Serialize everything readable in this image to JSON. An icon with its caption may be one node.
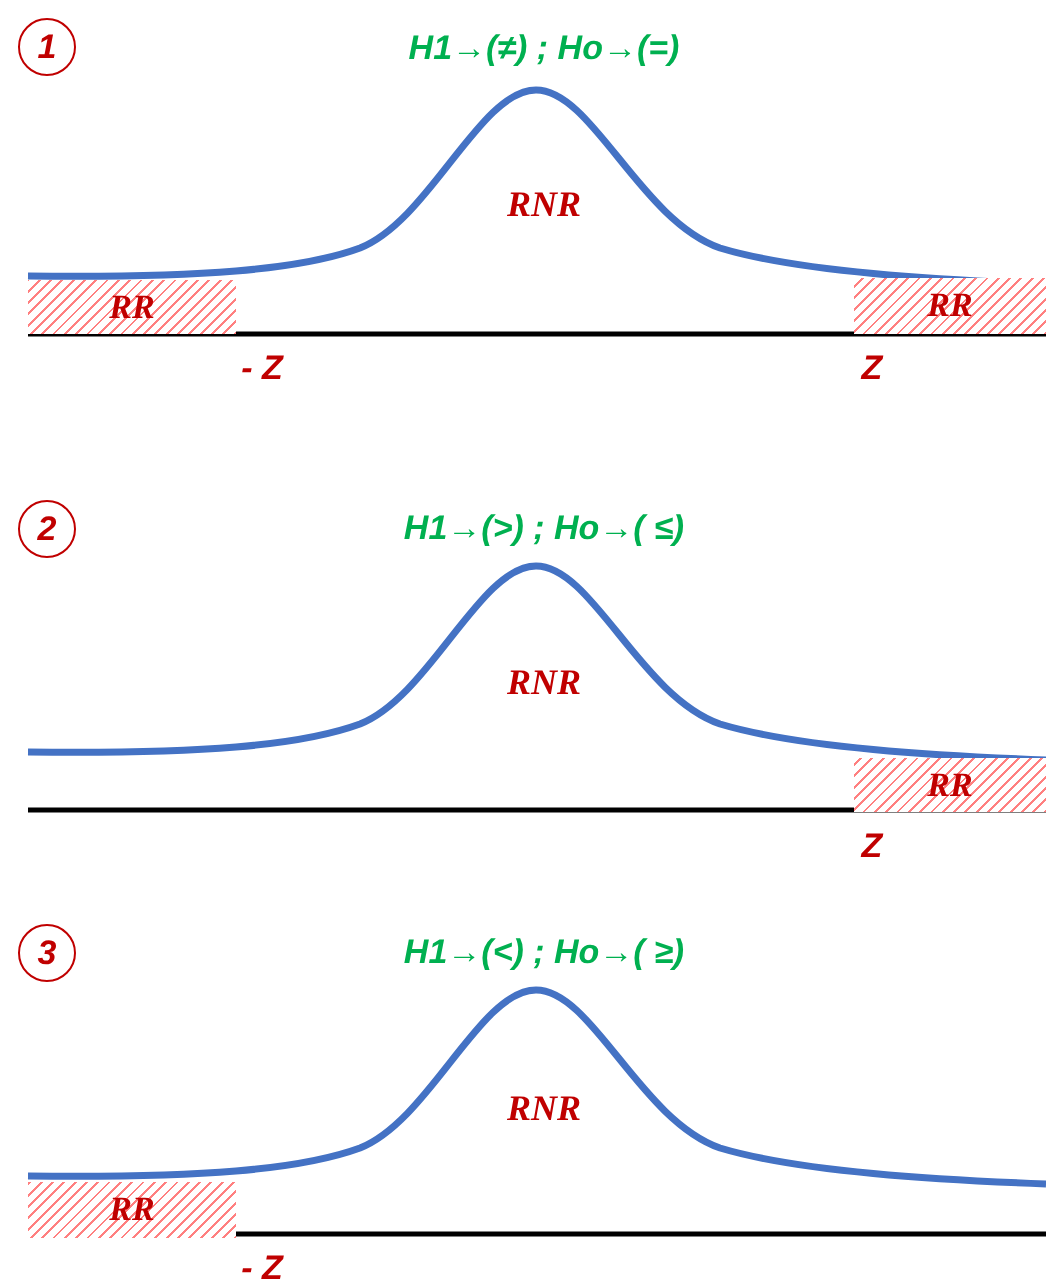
{
  "diagram": {
    "nodes": [
      {
        "text": [
          "1"
        ]
      },
      {
        "text": [
          "RR"
        ]
      },
      {
        "text": [
          "RR"
        ]
      },
      {
        "text": [
          "2"
        ]
      },
      {
        "text": [
          "RR"
        ]
      },
      {
        "text": [
          "3"
        ]
      },
      {
        "text": [
          "RR"
        ]
      }
    ],
    "labels": [
      "H1→(≠) ; Ho→(=)",
      "RNR",
      "- Z",
      "Z",
      "H1→(>) ; Ho→( ≤)",
      "RNR",
      "Z",
      "H1→(<) ; Ho→( ≥)",
      "RNR",
      "- Z"
    ]
  }
}
